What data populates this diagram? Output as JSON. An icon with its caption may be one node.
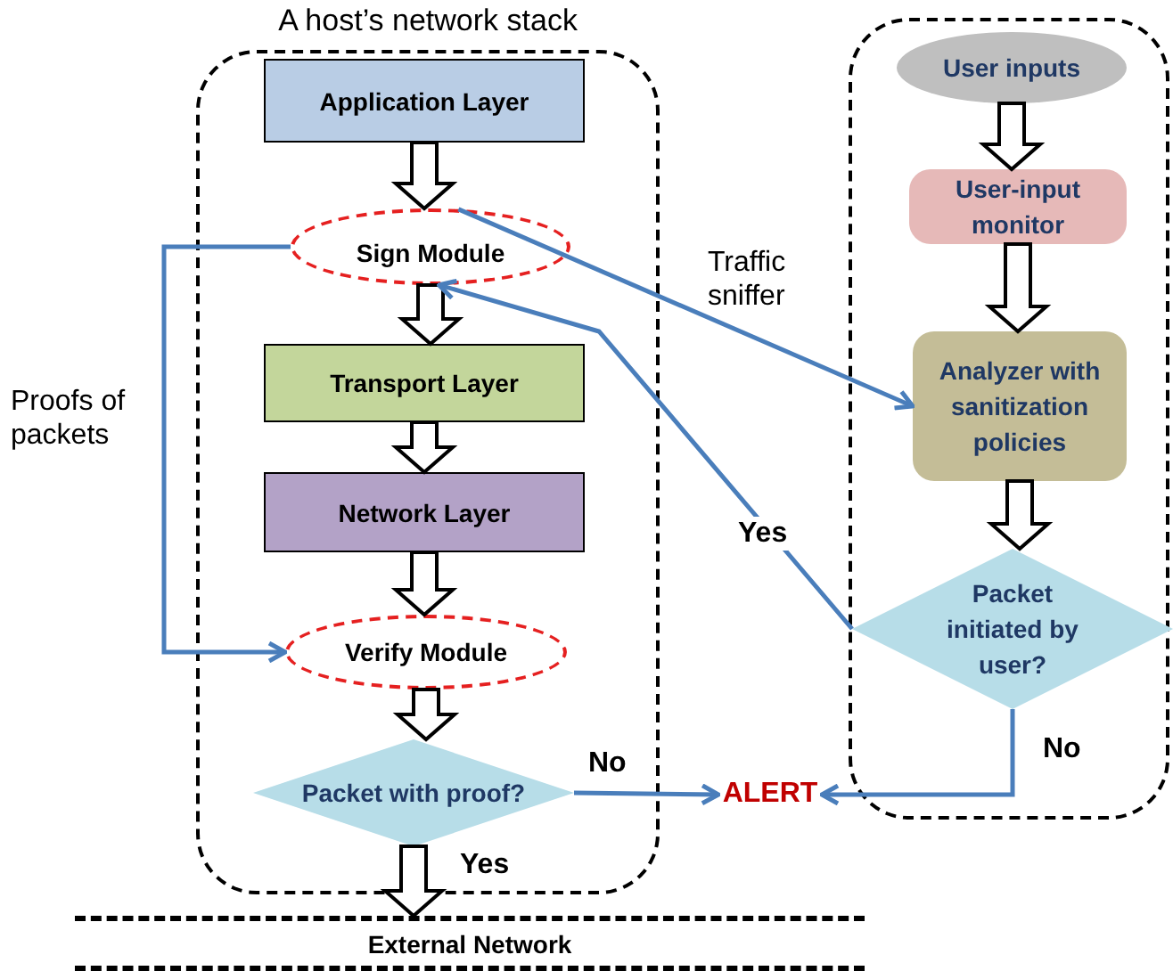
{
  "diagram": {
    "nodes": [
      {
        "text": [
          "A host’s network stack"
        ]
      },
      {
        "text": [
          "Application Layer"
        ],
        "in": 0
      },
      {
        "text": [
          "Sign Module"
        ],
        "in": 0
      },
      {
        "text": [
          "Transport Layer"
        ],
        "in": 0
      },
      {
        "text": [
          "Network Layer"
        ],
        "in": 0
      },
      {
        "text": [
          "Verify Module"
        ],
        "in": 0
      },
      {
        "text": [
          "Packet with proof?"
        ],
        "in": 0
      },
      {
        "text": [],
        "shape": "box"
      },
      {
        "text": [
          "User inputs"
        ],
        "in": 7
      },
      {
        "text": [
          "User-input monitor"
        ],
        "in": 7
      },
      {
        "text": [
          "Analyzer with sanitization policies"
        ],
        "in": 7
      },
      {
        "text": [
          "Packet initiated by user?"
        ],
        "in": 7
      },
      {
        "text": [
          "ALERT"
        ]
      },
      {
        "text": [
          "External Network"
        ]
      }
    ],
    "edges": [
      {
        "from": 1,
        "to": 2,
        "arrow": "to",
        "style": "thick"
      },
      {
        "from": 2,
        "to": 3,
        "arrow": "to",
        "style": "thick"
      },
      {
        "from": 3,
        "to": 4,
        "arrow": "to",
        "style": "thick"
      },
      {
        "from": 4,
        "to": 5,
        "arrow": "to",
        "style": "thick"
      },
      {
        "from": 5,
        "to": 6,
        "arrow": "to",
        "style": "thick"
      },
      {
        "from": 6,
        "to": 13,
        "arrow": "to",
        "style": "thick",
        "label": "Yes"
      },
      {
        "from": 8,
        "to": 9,
        "arrow": "to",
        "style": "thick"
      },
      {
        "from": 9,
        "to": 10,
        "arrow": "to",
        "style": "thick"
      },
      {
        "from": 10,
        "to": 11,
        "arrow": "to",
        "style": "thick"
      },
      {
        "from": 2,
        "to": 5,
        "arrow": "to",
        "color": "#4a7ebb",
        "label": "Proofs of packets"
      },
      {
        "from": 2,
        "to": 10,
        "arrow": "to",
        "color": "#4a7ebb",
        "label": "Traffic sniffer"
      },
      {
        "from": 11,
        "to": 2,
        "arrow": "to",
        "color": "#4a7ebb",
        "label": "Yes"
      },
      {
        "from": 6,
        "to": 12,
        "arrow": "to",
        "color": "#4a7ebb",
        "label": "No"
      },
      {
        "from": 11,
        "to": 12,
        "arrow": "to",
        "color": "#4a7ebb",
        "label": "No"
      }
    ]
  }
}
